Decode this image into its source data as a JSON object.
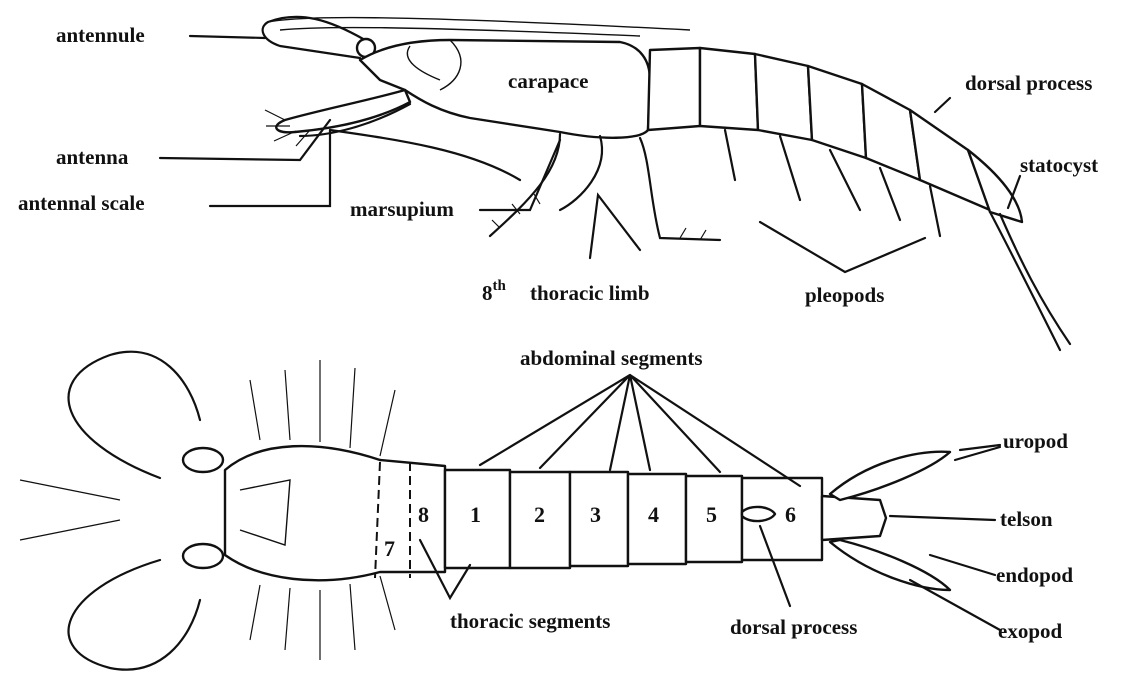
{
  "labels": {
    "antennule": "antennule",
    "carapace": "carapace",
    "dorsal_process_top": "dorsal process",
    "antenna": "antenna",
    "statocyst": "statocyst",
    "antennal_scale": "antennal scale",
    "marsupium": "marsupium",
    "eighth": "8",
    "eighth_sup": "th",
    "thoracic_limb": "thoracic limb",
    "pleopods": "pleopods",
    "abdominal_segments": "abdominal segments",
    "uropod": "uropod",
    "telson": "telson",
    "endopod": "endopod",
    "exopod": "exopod",
    "thoracic_segments": "thoracic segments",
    "dorsal_process_bottom": "dorsal process"
  },
  "segment_numbers": [
    "7",
    "8",
    "1",
    "2",
    "3",
    "4",
    "5",
    "6"
  ]
}
